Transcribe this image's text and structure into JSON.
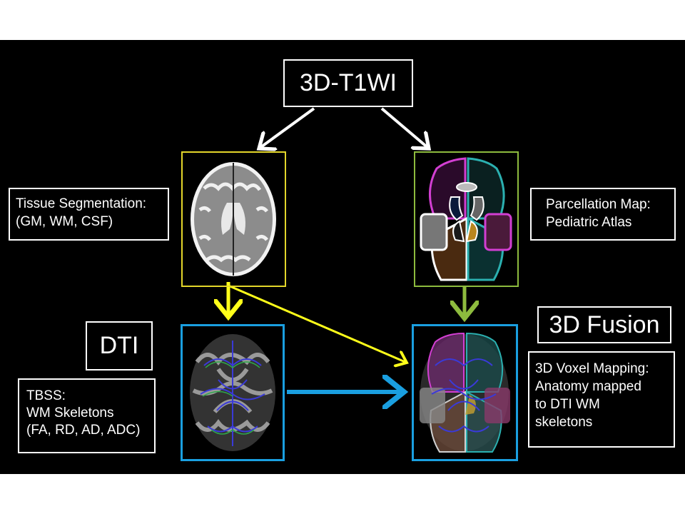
{
  "title": "3D-T1WI",
  "tissue_segmentation": {
    "lines": [
      "Tissue Segmentation:",
      "(GM, WM, CSF)"
    ]
  },
  "parcellation_map": {
    "lines": [
      "Parcellation Map:",
      "Pediatric Atlas"
    ]
  },
  "dti_label": "DTI",
  "tbss": {
    "lines": [
      "TBSS:",
      "WM Skeletons",
      "(FA, RD, AD, ADC)"
    ]
  },
  "fusion_label": "3D Fusion",
  "voxel_mapping": {
    "lines": [
      "3D Voxel Mapping:",
      "Anatomy mapped",
      "to DTI WM",
      "skeletons"
    ]
  },
  "images": {
    "segmentation": "T1 tissue segmentation brain slice",
    "parcellation": "pediatric atlas parcellation brain slice",
    "dti": "DTI FA map with WM skeleton",
    "fusion": "fused parcellation over DTI skeleton"
  },
  "colors": {
    "background": "#000000",
    "text": "#ffffff",
    "segmentation_frame": "#e3d62a",
    "parcellation_frame": "#8dbb3e",
    "dti_frame": "#1a9fe0",
    "arrow_white": "#ffffff",
    "arrow_yellow": "#ffff1a",
    "arrow_green": "#8dbb3e",
    "arrow_blue": "#1a9fe0"
  }
}
